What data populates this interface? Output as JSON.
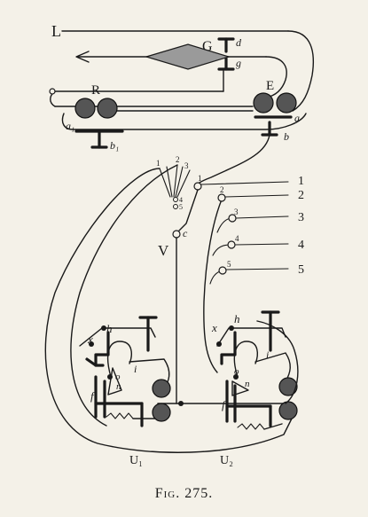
{
  "labels": {
    "L": "L",
    "G": "G",
    "d": "d",
    "g": "g",
    "R": "R",
    "E": "E",
    "a": "a",
    "a1": "a₁",
    "b": "b",
    "b1": "b₁",
    "V": "V",
    "c": "c",
    "top1": "1",
    "top2": "2",
    "top3": "3",
    "top4": "4",
    "top5": "5",
    "sw1": "1",
    "sw2": "2",
    "sw3": "3",
    "sw4": "4",
    "sw5": "5",
    "out1": "1",
    "out2": "2",
    "out3": "3",
    "out4": "4",
    "out5": "5",
    "hL": "h",
    "xL": "x",
    "oL": "o",
    "nL": "n",
    "iL": "i",
    "fL": "f",
    "hR": "h",
    "xR": "x",
    "oR": "o",
    "nR": "n",
    "iR": "i",
    "fR": "f",
    "U1": "U₁",
    "U2": "U₂"
  },
  "caption": "Fig. 275."
}
